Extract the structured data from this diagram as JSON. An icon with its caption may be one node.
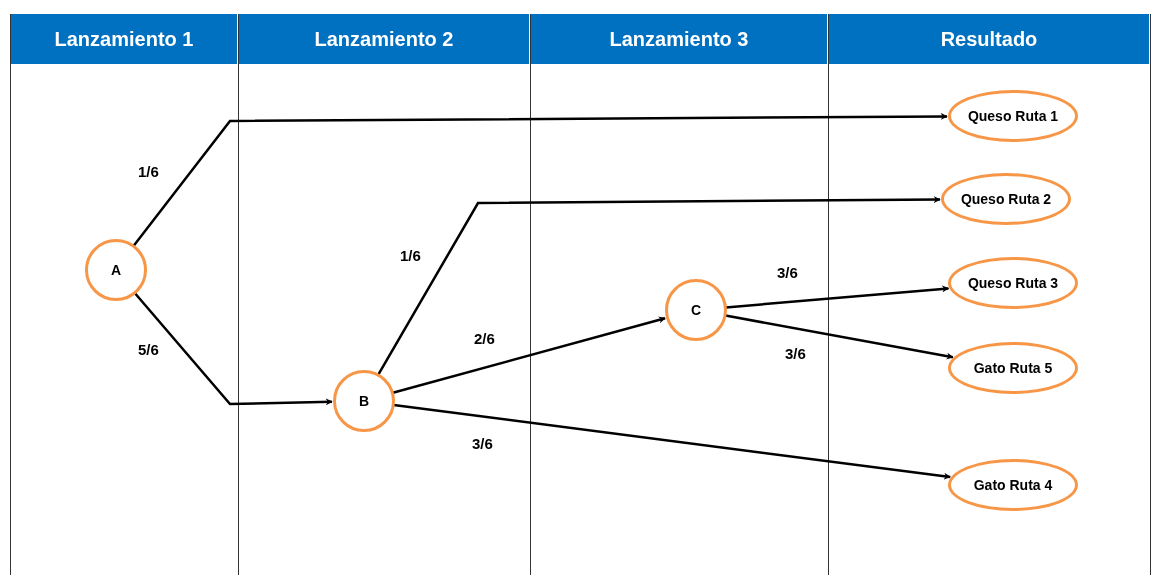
{
  "diagram": {
    "nodes": [
      {
        "text": [
          "Lanzamiento 1"
        ]
      },
      {
        "text": [
          "A"
        ],
        "in": 0
      },
      {
        "text": [
          "Lanzamiento 2"
        ]
      },
      {
        "text": [
          "B"
        ],
        "in": 2
      },
      {
        "text": [
          "Lanzamiento 3"
        ]
      },
      {
        "text": [
          "C"
        ],
        "in": 4
      },
      {
        "text": [
          "Resultado"
        ]
      },
      {
        "text": [
          "Queso Ruta 1"
        ],
        "in": 6
      },
      {
        "text": [
          "Queso Ruta 2"
        ],
        "in": 6
      },
      {
        "text": [
          "Queso Ruta 3"
        ],
        "in": 6
      },
      {
        "text": [
          "Gato Ruta 5"
        ],
        "in": 6
      },
      {
        "text": [
          "Gato Ruta 4"
        ],
        "in": 6
      }
    ],
    "edges": [
      {
        "from": 1,
        "to": 7,
        "arrow": "to",
        "label": "1/6"
      },
      {
        "from": 1,
        "to": 3,
        "arrow": "to",
        "label": "5/6"
      },
      {
        "from": 3,
        "to": 8,
        "arrow": "to",
        "label": "1/6"
      },
      {
        "from": 3,
        "to": 5,
        "arrow": "to",
        "label": "2/6"
      },
      {
        "from": 3,
        "to": 11,
        "arrow": "to",
        "label": "3/6"
      },
      {
        "from": 5,
        "to": 9,
        "arrow": "to",
        "label": "3/6"
      },
      {
        "from": 5,
        "to": 10,
        "arrow": "to",
        "label": "3/6"
      }
    ]
  }
}
